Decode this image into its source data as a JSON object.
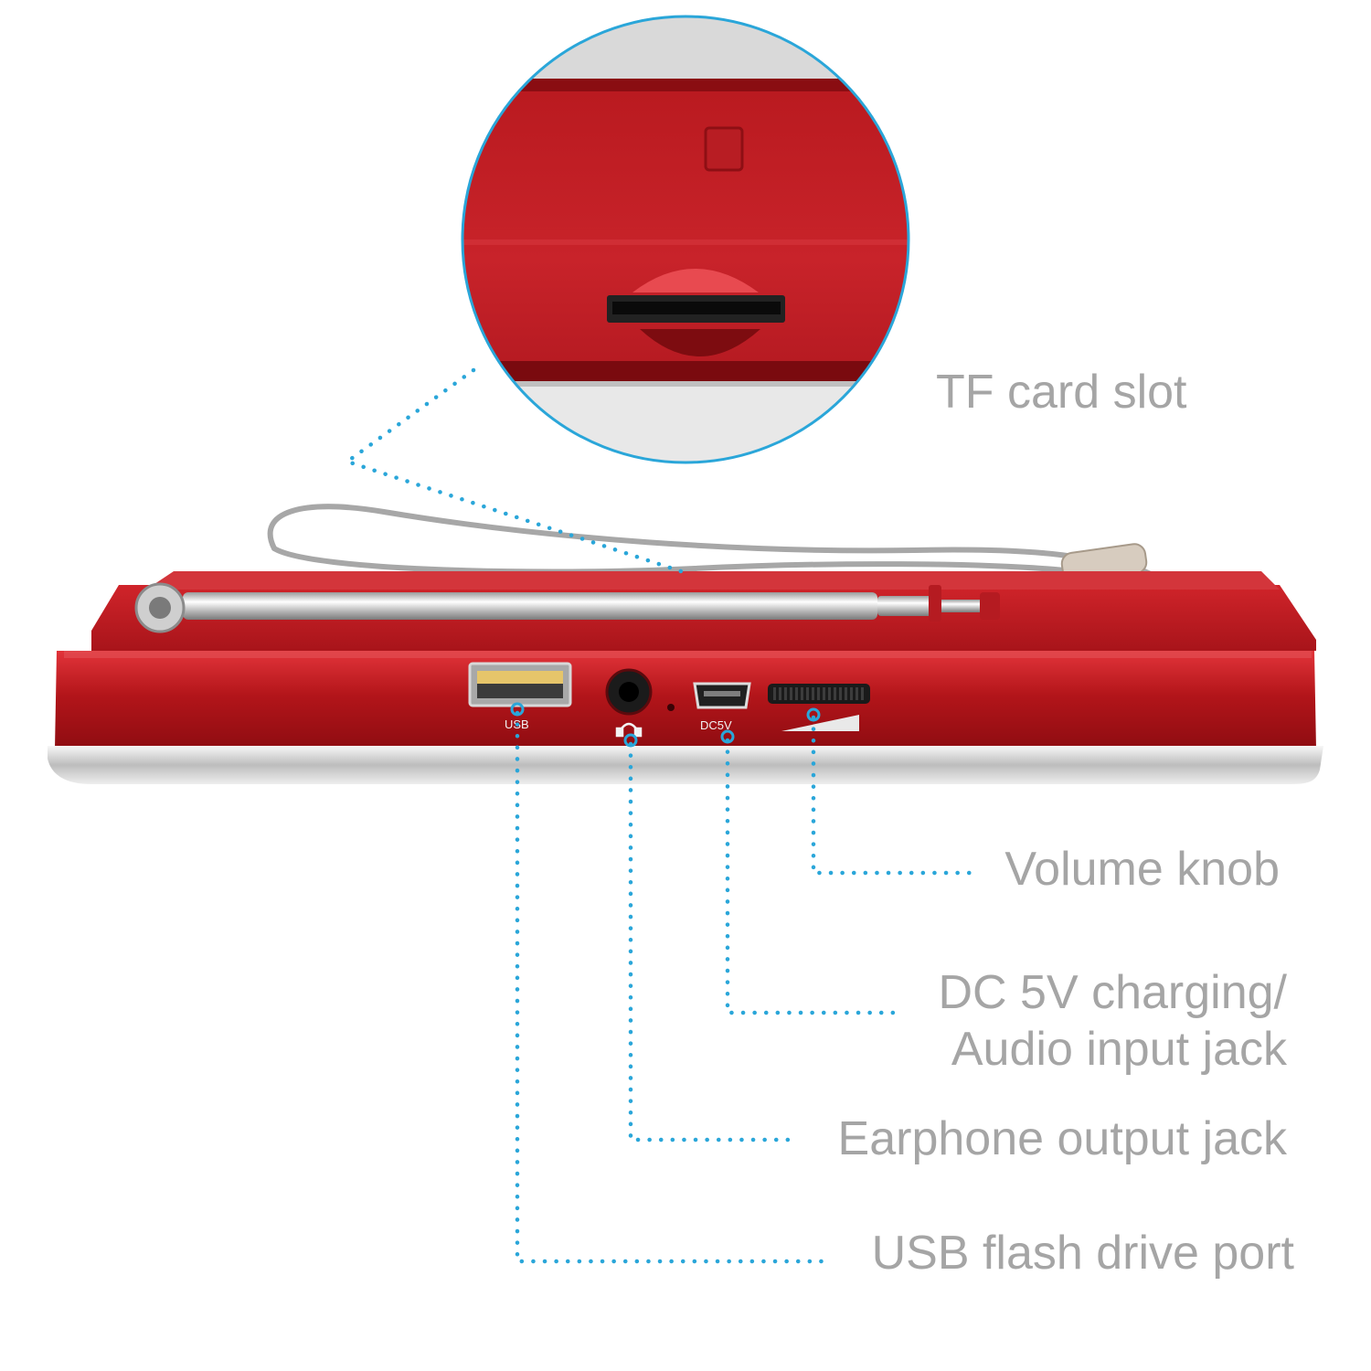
{
  "callouts": {
    "tf_card": "TF card slot",
    "volume": "Volume knob",
    "dc_line1": "DC 5V charging/",
    "dc_line2": "Audio input jack",
    "earphone": "Earphone output jack",
    "usb_port": "USB flash drive port"
  },
  "device_panel": {
    "usb": "USB",
    "dc5v": "DC5V"
  },
  "colors": {
    "callout_text": "#a5a5a5",
    "leader_dots": "#2aa6d9",
    "device_red": "#c4151b",
    "background": "#ffffff"
  }
}
